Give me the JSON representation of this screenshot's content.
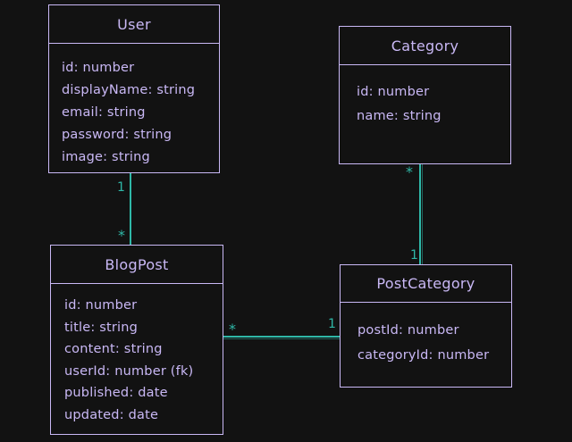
{
  "entities": {
    "user": {
      "title": "User",
      "fields": [
        "id: number",
        "displayName: string",
        "email: string",
        "password: string",
        "image: string"
      ]
    },
    "category": {
      "title": "Category",
      "fields": [
        "id: number",
        "name: string"
      ]
    },
    "blogpost": {
      "title": "BlogPost",
      "fields": [
        "id: number",
        "title: string",
        "content: string",
        "userId: number (fk)",
        "published: date",
        "updated: date"
      ]
    },
    "postcategory": {
      "title": "PostCategory",
      "fields": [
        "postId: number",
        "categoryId: number"
      ]
    }
  },
  "relations": {
    "user_blogpost": {
      "from_mult": "1",
      "to_mult": "*"
    },
    "category_postcategory": {
      "from_mult": "*",
      "to_mult": "1"
    },
    "blogpost_postcategory": {
      "from_mult": "*",
      "to_mult": "1"
    }
  },
  "colors": {
    "background": "#121212",
    "entity_stroke": "#c9b8f5",
    "connector": "#2fb8a8"
  }
}
